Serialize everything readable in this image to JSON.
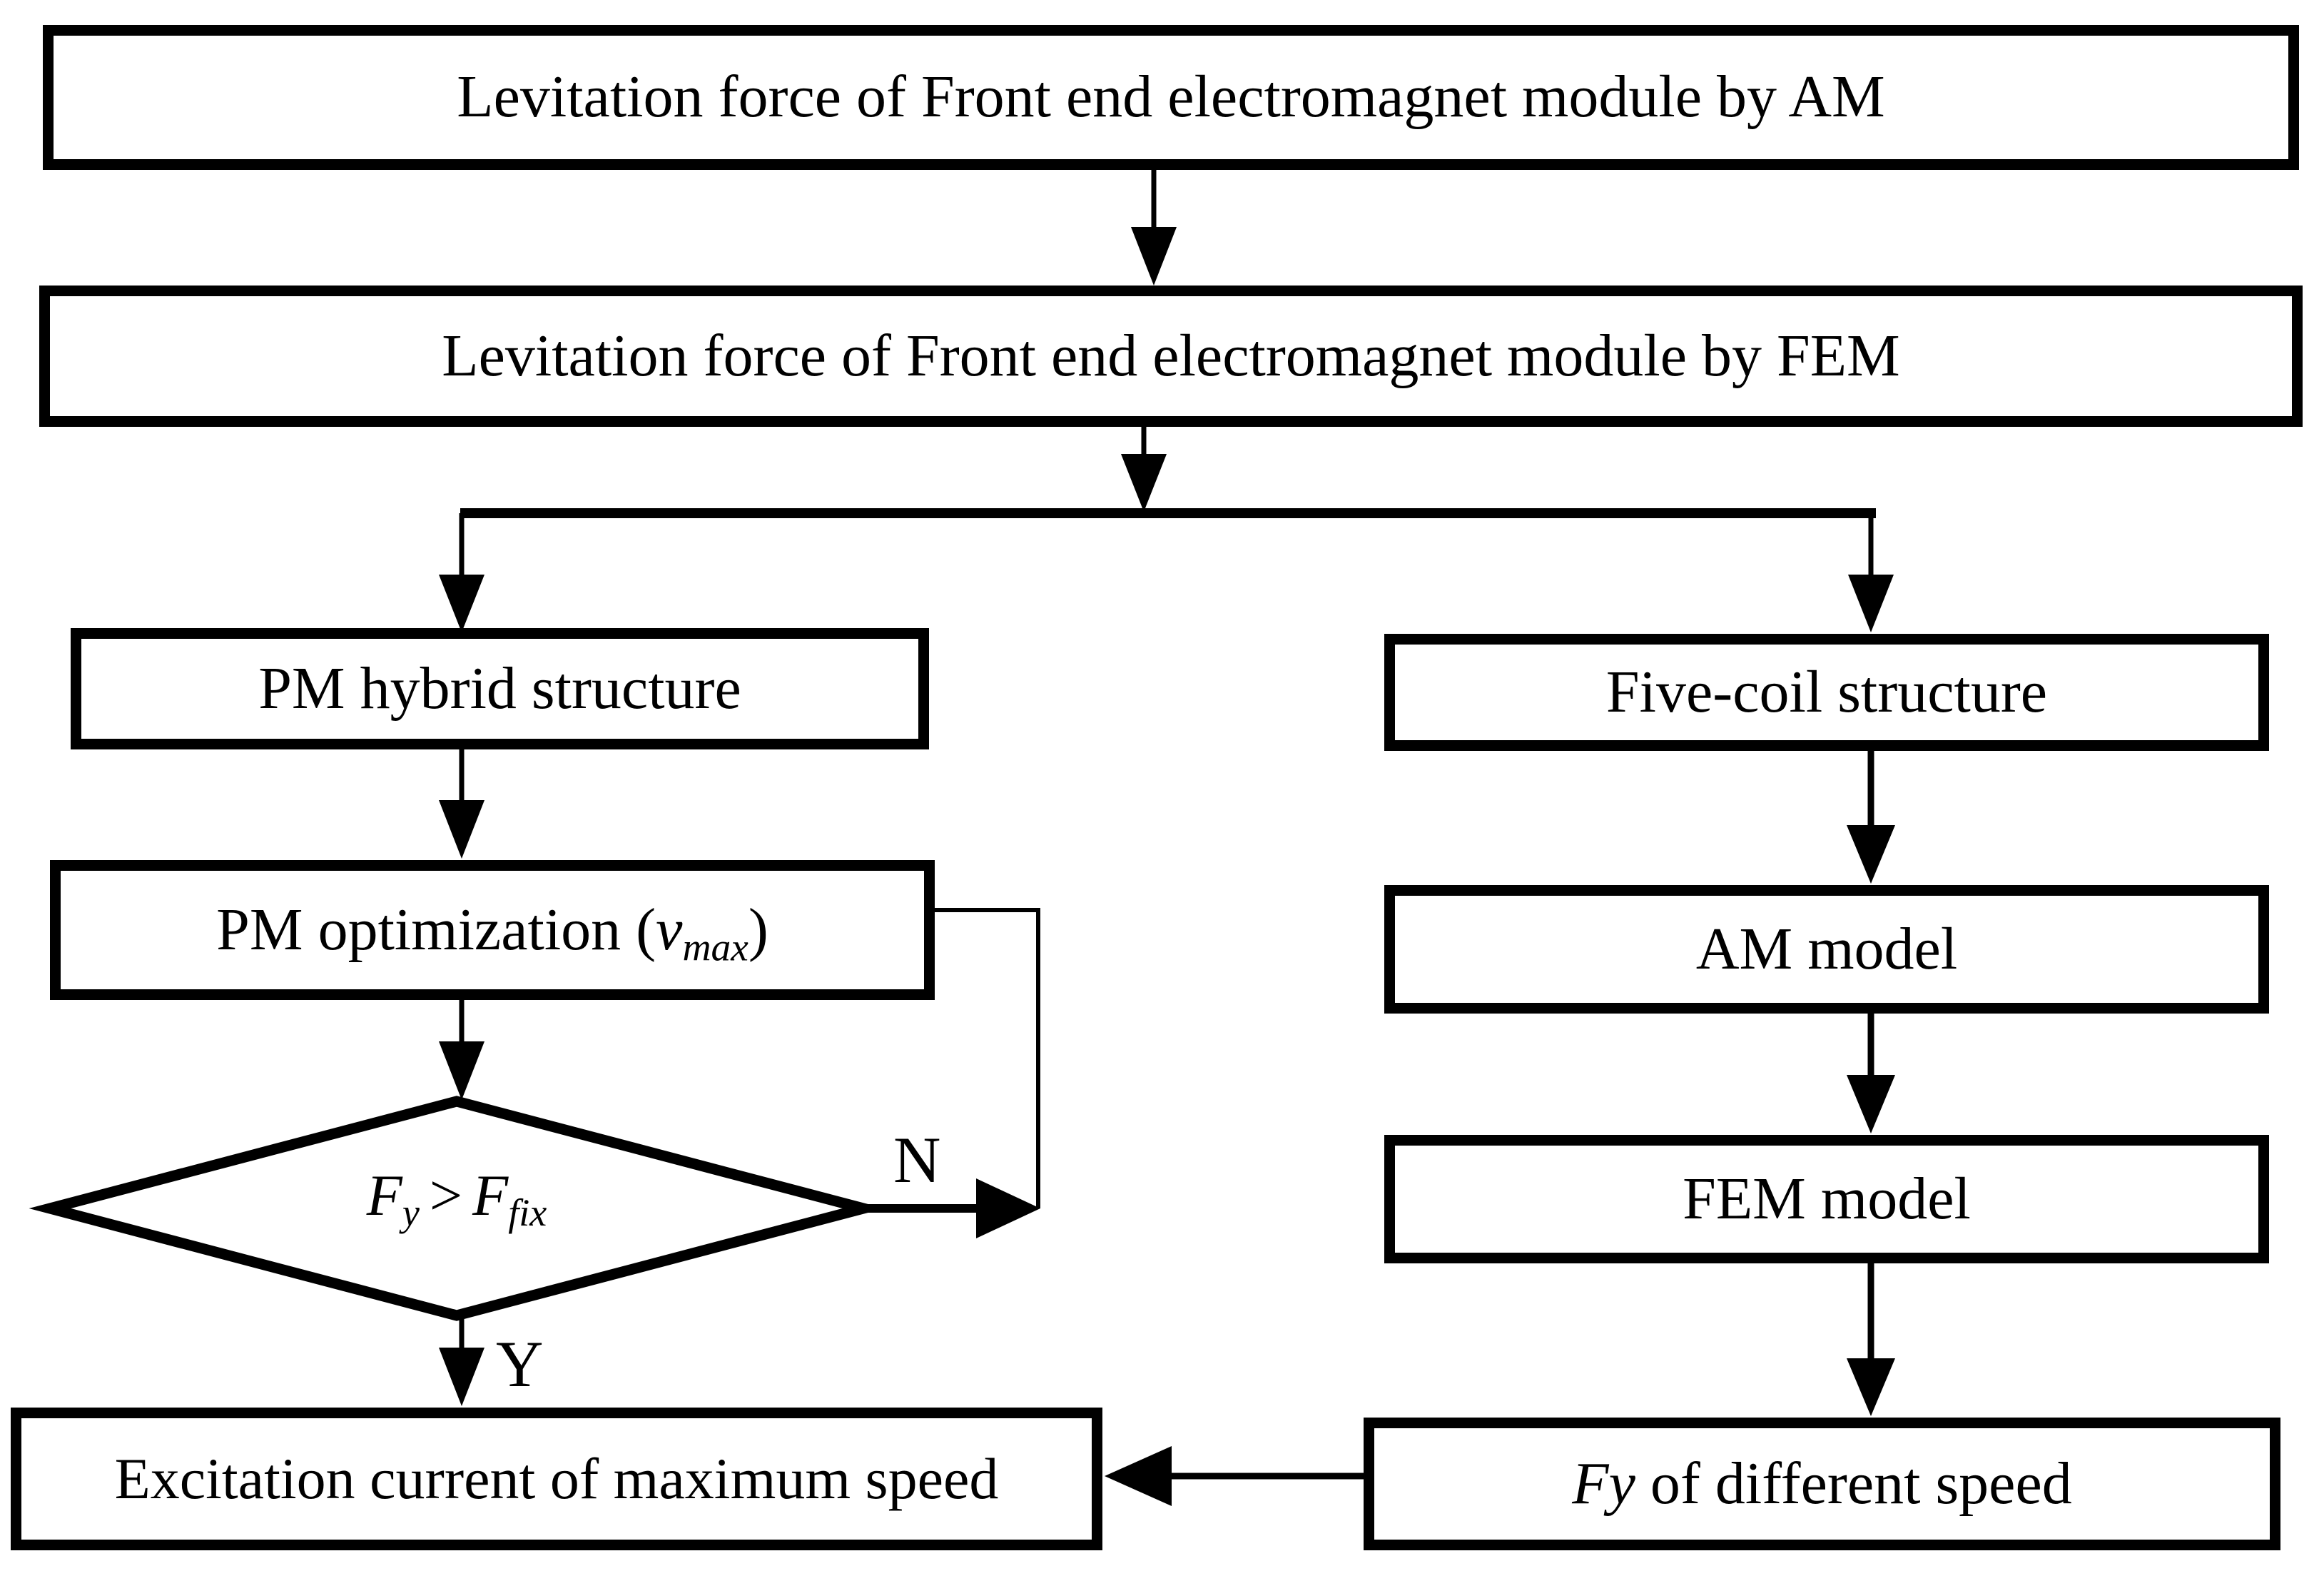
{
  "page": {
    "background": "#ffffff",
    "line_color": "#000000",
    "box_fill": "#ffffff"
  },
  "flowchart": {
    "boxes": {
      "am_top": {
        "label": "Levitation force of Front end electromagnet module by AM"
      },
      "fem_top": {
        "label": "Levitation force of Front end electromagnet module by FEM"
      },
      "pm_hybrid": {
        "label": "PM hybrid structure"
      },
      "pm_optimization": {
        "prefix": "PM optimization (",
        "variable": "v",
        "subscript": "max",
        "suffix": ")"
      },
      "decision": {
        "lhs_base": "F",
        "lhs_sub": "y",
        "operator": ">",
        "rhs_base": "F",
        "rhs_sub": "fix"
      },
      "excitation": {
        "label": "Excitation current of maximum speed"
      },
      "five_coil": {
        "label": "Five-coil structure"
      },
      "am_model": {
        "label": "AM model"
      },
      "fem_model": {
        "label": "FEM model"
      },
      "fy_speed": {
        "italic": "Fy",
        "rest": " of different speed"
      }
    },
    "edge_labels": {
      "no": "N",
      "yes": "Y"
    }
  }
}
